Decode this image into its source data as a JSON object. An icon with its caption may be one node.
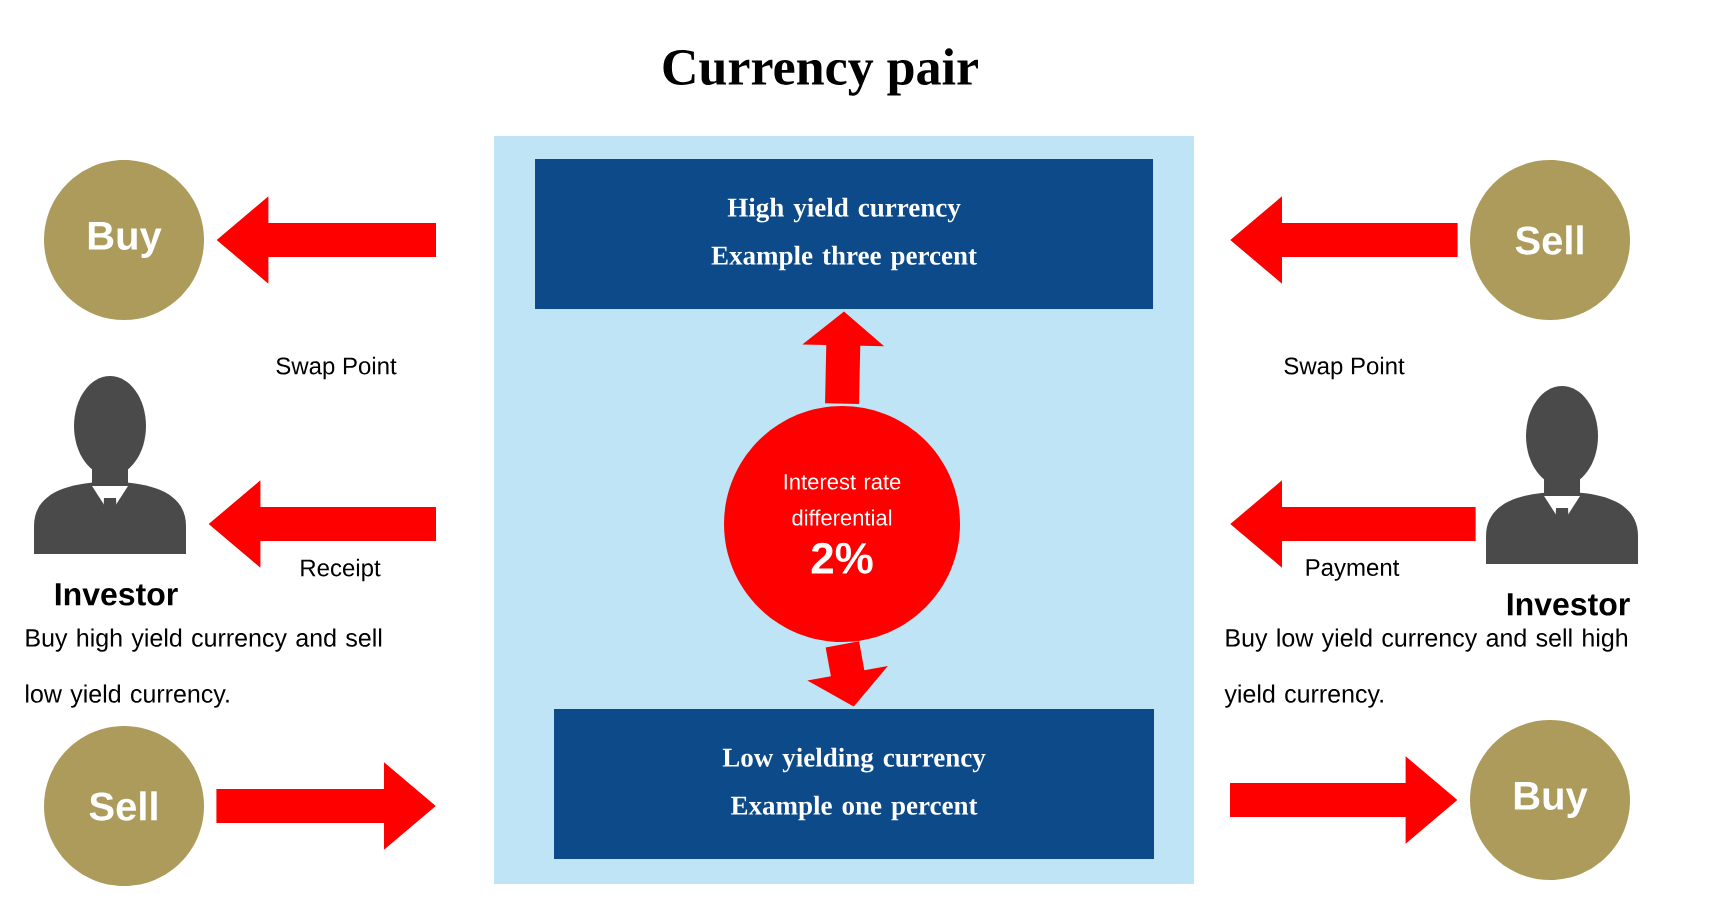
{
  "diagram": {
    "title": "Currency pair",
    "nodes": [
      {
        "text": [],
        "shape": "box"
      },
      {
        "text": [
          "High yield currency",
          "Example three percent"
        ],
        "in": 0
      },
      {
        "text": [
          "Interest rate differential",
          "2%"
        ],
        "in": 0
      },
      {
        "text": [
          "Low yielding currency",
          "Example one percent"
        ],
        "in": 0
      },
      {
        "text": [
          "Buy"
        ]
      },
      {
        "text": [
          "Sell"
        ]
      },
      {
        "text": [
          "Investor"
        ],
        "beside": [
          "Buy high yield currency and sell low yield currency."
        ]
      },
      {
        "text": [
          "Investor"
        ],
        "beside": [
          "Buy low yield currency and sell high yield currency."
        ]
      },
      {
        "text": [
          "Sell"
        ]
      },
      {
        "text": [
          "Buy"
        ]
      }
    ],
    "edges": [
      {
        "from": null,
        "to": 4,
        "arrow": "to"
      },
      {
        "from": null,
        "to": 6,
        "arrow": "to",
        "label": "Receipt"
      },
      {
        "from": 8,
        "to": null,
        "arrow": "to"
      },
      {
        "from": 2,
        "to": 1,
        "arrow": "to"
      },
      {
        "from": 2,
        "to": 3,
        "arrow": "to"
      },
      {
        "from": 5,
        "to": null,
        "arrow": "to"
      },
      {
        "from": 7,
        "to": null,
        "arrow": "to",
        "label": "Payment"
      },
      {
        "from": null,
        "to": 9,
        "arrow": "to"
      }
    ],
    "labels": [
      "Swap Point",
      "Swap Point"
    ]
  }
}
